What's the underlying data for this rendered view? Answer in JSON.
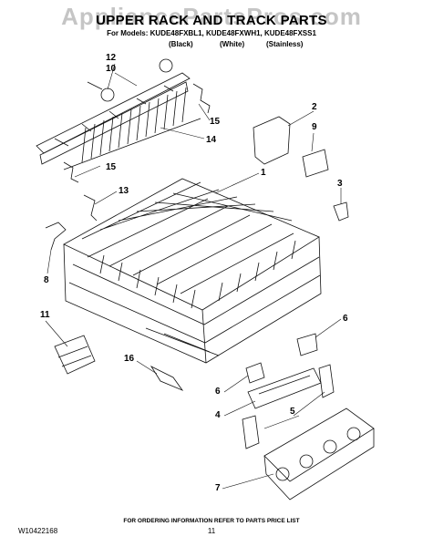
{
  "watermark": "AppliancePartsPros.com",
  "title": "UPPER RACK AND TRACK PARTS",
  "models_line": "For Models: KUDE48FXBL1, KUDE48FXWH1, KUDE48FXSS1",
  "variants": [
    "(Black)",
    "(White)",
    "(Stainless)"
  ],
  "callouts": [
    "12",
    "10",
    "15",
    "14",
    "15",
    "13",
    "1",
    "2",
    "9",
    "3",
    "8",
    "11",
    "16",
    "6",
    "6",
    "4",
    "5",
    "7"
  ],
  "footer_text": "FOR ORDERING INFORMATION REFER TO PARTS PRICE LIST",
  "doc_number": "W10422168",
  "page_number": "11"
}
